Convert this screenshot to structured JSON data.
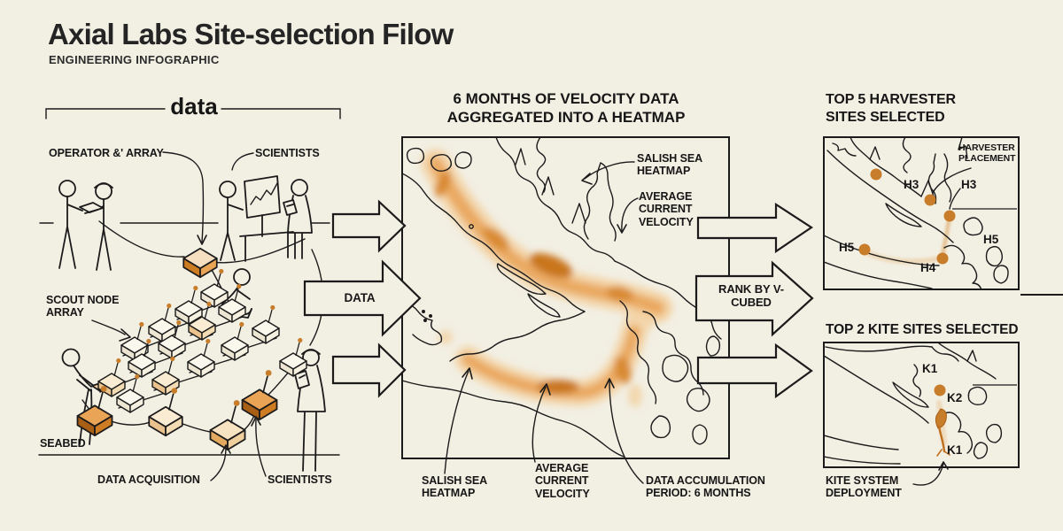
{
  "header": {
    "title": "Axial Labs Site-selection Filow",
    "subtitle": "ENGINEERING INFOGRAPHIC"
  },
  "data_stage": {
    "bracket_label": "data",
    "operator_label": "OPERATOR &' ARRAY",
    "scientists_top_label": "SCIENTISTS",
    "scout_label": "SCOUT NODE ARRAY",
    "seabed_label": "SEABED",
    "acquisition_label": "DATA ACQUISITION",
    "scientists_bottom_label": "SCIENTISTS"
  },
  "flow": {
    "data_arrow": "DATA",
    "rank_arrow": "RANK BY V-CUBED"
  },
  "heatmap_panel": {
    "title_lines": [
      "6 MONTHS OF VELOCITY DATA",
      "AGGREGATED INTO A HEATMAP"
    ],
    "inside": {
      "salish": "SALISH SEA HEATMAP",
      "velocity": "AVERAGE CURRENT VELOCITY"
    },
    "below": {
      "salish": "SALISH SEA HEATMAP",
      "velocity": "AVERAGE CURRENT VELOCITY",
      "accumulation": "DATA ACCUMULATION PERIOD: 6 MONTHS"
    }
  },
  "harvester_panel": {
    "title": "TOP 5 HARVESTER SITES SELECTED",
    "placement_label": "HARVESTER PLACEMENT",
    "site_labels": [
      {
        "label": "H3"
      },
      {
        "label": "H3"
      },
      {
        "label": "H5"
      },
      {
        "label": "H4"
      },
      {
        "label": "H5"
      }
    ]
  },
  "kite_panel": {
    "title": "TOP 2 KITE SITES SELECTED",
    "deployment_label": "KITE SYSTEM DEPLOYMENT",
    "site_labels": [
      {
        "label": "K1"
      },
      {
        "label": "K2"
      },
      {
        "label": "K1"
      }
    ]
  },
  "colors": {
    "background": "#f2efe3",
    "ink": "#1b1b1b",
    "accent_orange": "#c87d2b",
    "heat_light": "#f3d2a2",
    "heat_mid": "#e9a55a",
    "heat_dark": "#c9761f"
  }
}
